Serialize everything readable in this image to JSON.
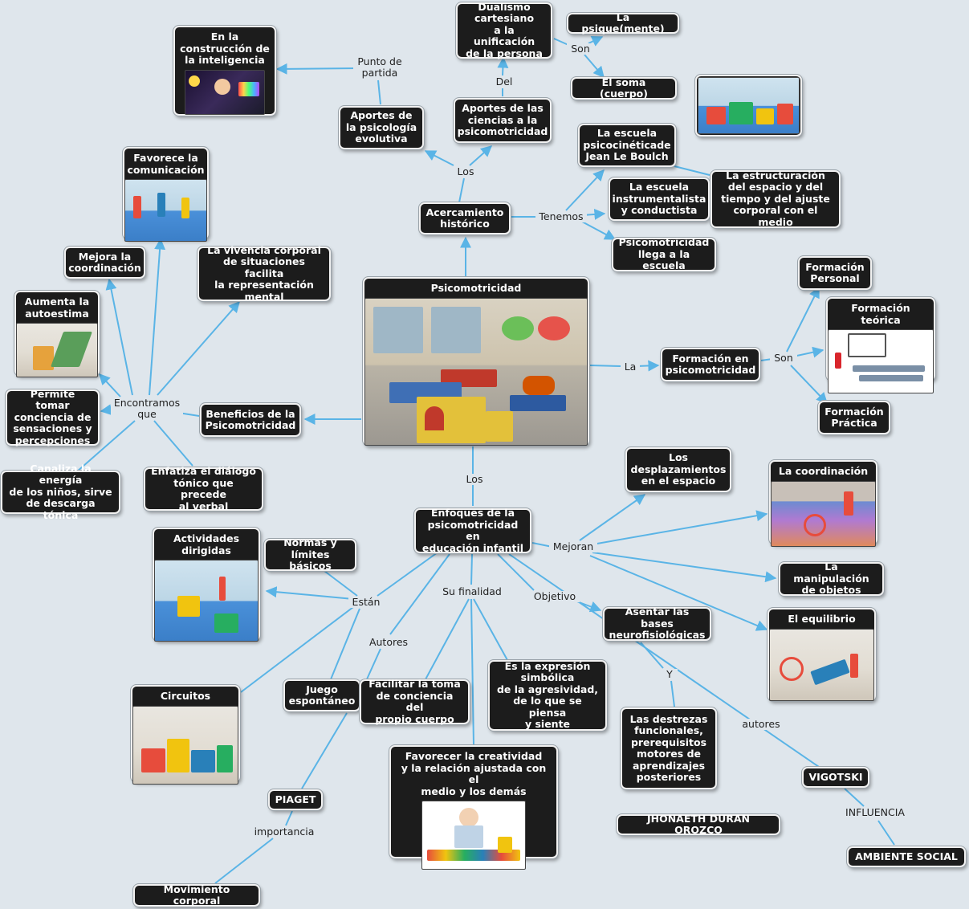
{
  "colors": {
    "background": "#dfe6ec",
    "node_fill": "#1c1c1c",
    "node_text": "#ffffff",
    "connector": "#5ab4e6"
  },
  "nodes": {
    "psicomotricidad": "Psicomotricidad",
    "acercamiento": "Acercamiento\nhistórico",
    "aportes_psico": "Aportes de\nla psicología\nevolutiva",
    "aportes_ciencias": "Aportes de las\nciencias a la\npsicomotricidad",
    "construccion": "En la\nconstrucción de\nla inteligencia",
    "dualismo": "Dualismo\ncartesiano\na la unificación\nde la persona",
    "psique": "La psique(mente)",
    "soma": "El soma (cuerpo)",
    "escuela_psicocinetica": "La escuela\npsicocinéticade\nJean Le Boulch",
    "escuela_instrumentalista": "La escuela\ninstrumentalista\ny conductista",
    "estructuracion": "La estructuración\ndel espacio y del\ntiempo y del ajuste\ncorporal con el medio",
    "llega_escuela": "Psicomotricidad\nllega a la escuela",
    "formacion": "Formación en\npsicomotricidad",
    "formacion_personal": "Formación\nPersonal",
    "formacion_teorica": "Formación teórica",
    "formacion_practica": "Formación\nPráctica",
    "beneficios": "Beneficios de la\nPsicomotricidad",
    "favorece": "Favorece la\ncomunicación",
    "mejora": "Mejora la\ncoordinación",
    "vivencia": "La vivencia corporal\nde situaciones facilita\nla representación\nmental",
    "autoestima": "Aumenta la\nautoestima",
    "permite": "Permite tomar\nconciencia de\nsensaciones y\npercepciones",
    "canaliza": "Canaliza la energía\nde los niños, sirve\nde descarga tónica",
    "enfatiza": "Enfatiza el diálogo\ntónico que precede\nal verbal",
    "enfoques": "Enfoques de la\npsicomotricidad en\neducación infantil",
    "actividades": "Actividades\ndirigidas",
    "normas": "Normas y\nlímites básicos",
    "circuitos": "Circuitos",
    "juego": "Juego\nespontáneo",
    "facilitar": "Facilitar la toma\nde conciencia del\npropio cuerpo",
    "expresion": "Es la expresión\nsimbólica\nde la agresividad,\nde lo que se piensa\ny siente",
    "favorecer": "Favorecer la creatividad\ny la relación ajustada con el\nmedio y los demás",
    "piaget": "PIAGET",
    "movimiento": "Movimiento corporal",
    "desplazamientos": "Los\ndesplazamientos\nen el espacio",
    "coordinacion": "La coordinación",
    "manipulacion": "La manipulación\nde objetos",
    "equilibrio": "El equilibrio",
    "asentar": "Asentar las bases\nneurofisiológicas",
    "destrezas": "Las  destrezas\nfuncionales,\nprerequisitos\nmotores de\naprendizajes\nposteriores",
    "vigotski": "VIGOTSKI",
    "ambiente": "AMBIENTE SOCIAL",
    "autor": "JHONAETH DURAN OROZCO"
  },
  "link_labels": {
    "punto_partida": "Punto de\npartida",
    "del": "Del",
    "son_top": "Son",
    "los_top": "Los",
    "tenemos": "Tenemos",
    "la": "La",
    "son_right": "Son",
    "encontramos": "Encontramos\nque",
    "los_mid": "Los",
    "estan": "Están",
    "autores_left": "Autores",
    "su_finalidad": "Su finalidad",
    "objetivo": "Objetivo",
    "mejoran": "Mejoran",
    "y": "Y",
    "autores_right": "autores",
    "influencia": "INFLUENCIA",
    "importancia": "importancia"
  },
  "icons": {
    "construccion": "brain-creativity-image",
    "psicomotricidad": "classroom-image",
    "favorece": "kids-gym-image",
    "autoestima": "child-climbing-image",
    "formacion_teorica": "teacher-classroom-image",
    "coordinacion": "kids-mats-image",
    "equilibrio": "kids-hoops-image",
    "actividades": "kids-activities-image",
    "circuitos": "kids-circuit-image",
    "favorecer": "toddler-blocks-image",
    "playroom": "playroom-image"
  }
}
